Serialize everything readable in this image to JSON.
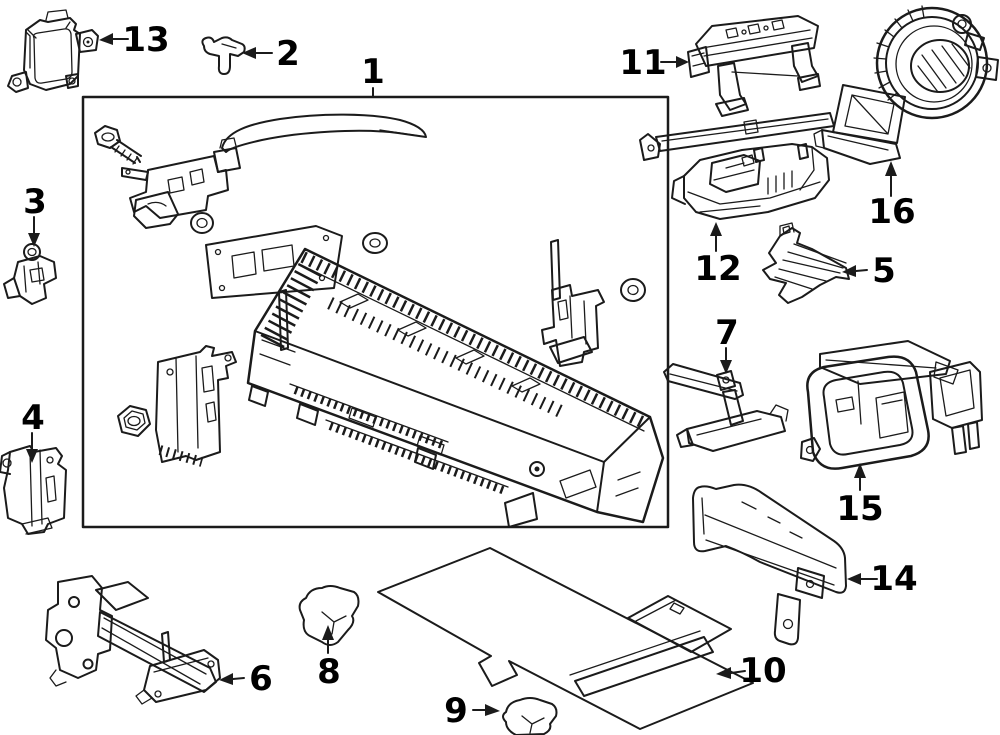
{
  "diagram": {
    "background_color": "#ffffff",
    "line_color": "#1b1b1b",
    "label_color": "#000000",
    "callouts": [
      {
        "label": "1",
        "arrow": "down"
      },
      {
        "label": "2",
        "arrow": "left"
      },
      {
        "label": "3",
        "arrow": "down"
      },
      {
        "label": "4",
        "arrow": "down"
      },
      {
        "label": "5",
        "arrow": "left"
      },
      {
        "label": "6",
        "arrow": "left"
      },
      {
        "label": "7",
        "arrow": "down"
      },
      {
        "label": "8",
        "arrow": "up"
      },
      {
        "label": "9",
        "arrow": "right"
      },
      {
        "label": "10",
        "arrow": "left"
      },
      {
        "label": "11",
        "arrow": "right"
      },
      {
        "label": "12",
        "arrow": "up"
      },
      {
        "label": "13",
        "arrow": "left"
      },
      {
        "label": "14",
        "arrow": "left"
      },
      {
        "label": "15",
        "arrow": "up"
      },
      {
        "label": "16",
        "arrow": "up"
      }
    ]
  }
}
